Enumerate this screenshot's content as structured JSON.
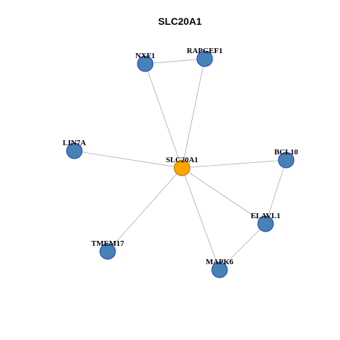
{
  "title": "SLC20A1",
  "colors": {
    "center_fill": "#FFA500",
    "center_stroke": "#B86B00",
    "node_fill": "#4682B4",
    "node_stroke": "#1F3FCC",
    "edge": "#AAAAAA"
  },
  "network": {
    "nodes": [
      {
        "id": "SLC20A1",
        "label": "SLC20A1",
        "center": true
      },
      {
        "id": "NXF1",
        "label": "NXF1"
      },
      {
        "id": "RAPGEF1",
        "label": "RAPGEF1"
      },
      {
        "id": "LIN7A",
        "label": "LIN7A"
      },
      {
        "id": "BCL10",
        "label": "BCL10"
      },
      {
        "id": "ELAVL1",
        "label": "ELAVL1"
      },
      {
        "id": "TMEM17",
        "label": "TMEM17"
      },
      {
        "id": "MAPK6",
        "label": "MAPK6"
      }
    ],
    "edges": [
      [
        "NXF1",
        "RAPGEF1"
      ],
      [
        "SLC20A1",
        "NXF1"
      ],
      [
        "SLC20A1",
        "RAPGEF1"
      ],
      [
        "SLC20A1",
        "LIN7A"
      ],
      [
        "SLC20A1",
        "BCL10"
      ],
      [
        "SLC20A1",
        "ELAVL1"
      ],
      [
        "SLC20A1",
        "TMEM17"
      ],
      [
        "SLC20A1",
        "MAPK6"
      ],
      [
        "BCL10",
        "ELAVL1"
      ],
      [
        "ELAVL1",
        "MAPK6"
      ]
    ]
  }
}
